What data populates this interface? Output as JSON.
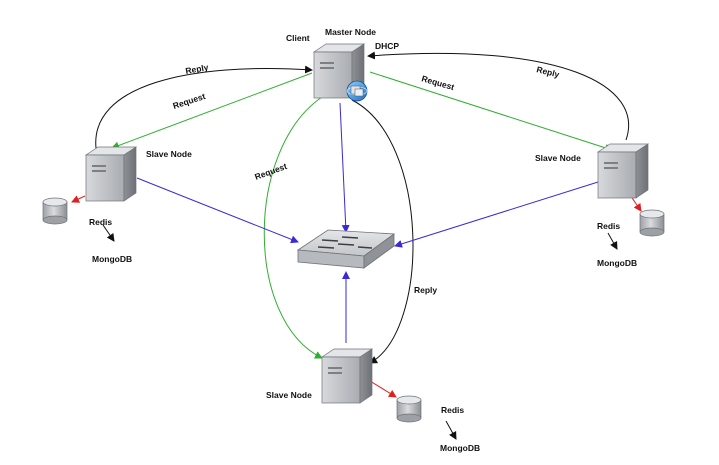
{
  "master": {
    "title": "Master Node",
    "client_label": "Client",
    "dhcp_label": "DHCP"
  },
  "slave_left": {
    "label": "Slave Node",
    "cache_label": "Redis",
    "db_label": "MongoDB"
  },
  "slave_right": {
    "label": "Slave Node",
    "cache_label": "Redis",
    "db_label": "MongoDB"
  },
  "slave_bottom": {
    "label": "Slave Node",
    "cache_label": "Redis",
    "db_label": "MongoDB"
  },
  "edges": {
    "reply_left": "Reply",
    "request_left": "Request",
    "request_right": "Request",
    "reply_right": "Reply",
    "request_center": "Request",
    "reply_center": "Reply"
  },
  "colors": {
    "request": "#2fae2f",
    "reply": "#111111",
    "data_link": "#3a2ad6",
    "cache_link": "#e02020",
    "server_body": "#b9bcc0",
    "switch_body": "#d4d6d9"
  }
}
